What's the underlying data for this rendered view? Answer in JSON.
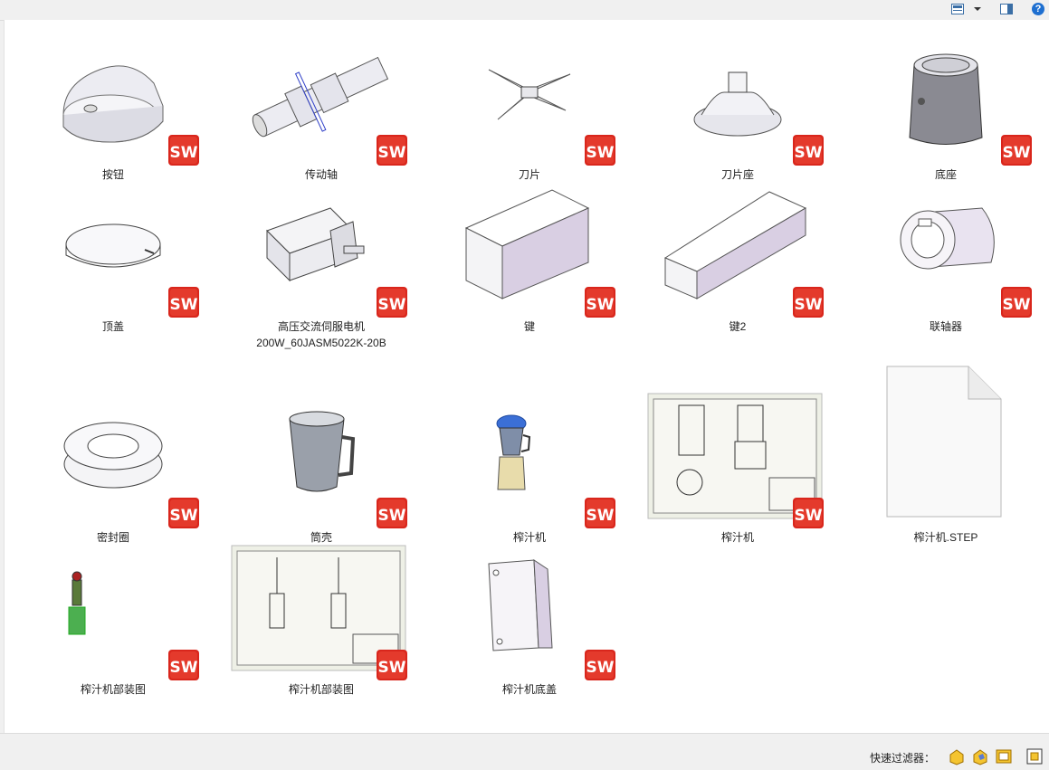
{
  "toolbar": {
    "view_icon": "view-layout-icon",
    "dropdown_icon": "chevron-down-icon",
    "preview_icon": "preview-pane-icon",
    "help_label": "?"
  },
  "files": [
    {
      "label": "按钮",
      "icon": "button-part-icon",
      "badge": "SW"
    },
    {
      "label": "传动轴",
      "icon": "drive-shaft-part-icon",
      "badge": "SW"
    },
    {
      "label": "刀片",
      "icon": "blade-part-icon",
      "badge": "SW"
    },
    {
      "label": "刀片座",
      "icon": "blade-seat-part-icon",
      "badge": "SW"
    },
    {
      "label": "底座",
      "icon": "base-part-icon",
      "badge": "SW"
    },
    {
      "label": "顶盖",
      "icon": "top-cover-part-icon",
      "badge": "SW"
    },
    {
      "label": "高压交流伺服电机\n200W_60JASM5022K-20B",
      "icon": "servo-motor-part-icon",
      "badge": "SW"
    },
    {
      "label": "键",
      "icon": "key-part-icon",
      "badge": "SW"
    },
    {
      "label": "键2",
      "icon": "key2-part-icon",
      "badge": "SW"
    },
    {
      "label": "联轴器",
      "icon": "coupling-part-icon",
      "badge": "SW"
    },
    {
      "label": "密封圈",
      "icon": "seal-ring-part-icon",
      "badge": "SW"
    },
    {
      "label": "筒壳",
      "icon": "jar-shell-part-icon",
      "badge": "SW"
    },
    {
      "label": "榨汁机",
      "icon": "juicer-assembly-icon",
      "badge": "SW"
    },
    {
      "label": "榨汁机",
      "icon": "juicer-drawing-icon",
      "badge": "SW"
    },
    {
      "label": "榨汁机.STEP",
      "icon": "generic-file-icon",
      "badge": ""
    },
    {
      "label": "榨汁机部装图",
      "icon": "sub-assembly-icon",
      "badge": "SW"
    },
    {
      "label": "榨汁机部装图",
      "icon": "sub-assembly-drawing-icon",
      "badge": "SW"
    },
    {
      "label": "榨汁机底盖",
      "icon": "bottom-cover-part-icon",
      "badge": "SW"
    }
  ],
  "status": {
    "filter_label": "快速过滤器：",
    "filters": [
      {
        "name": "filter-parts-icon"
      },
      {
        "name": "filter-assemblies-icon"
      },
      {
        "name": "filter-drawings-icon"
      },
      {
        "name": "filter-toplevel-icon"
      }
    ]
  },
  "colors": {
    "sw_red": "#d9261c",
    "part_lilac": "#d9cfe3",
    "part_gray": "#e8e8ec"
  }
}
